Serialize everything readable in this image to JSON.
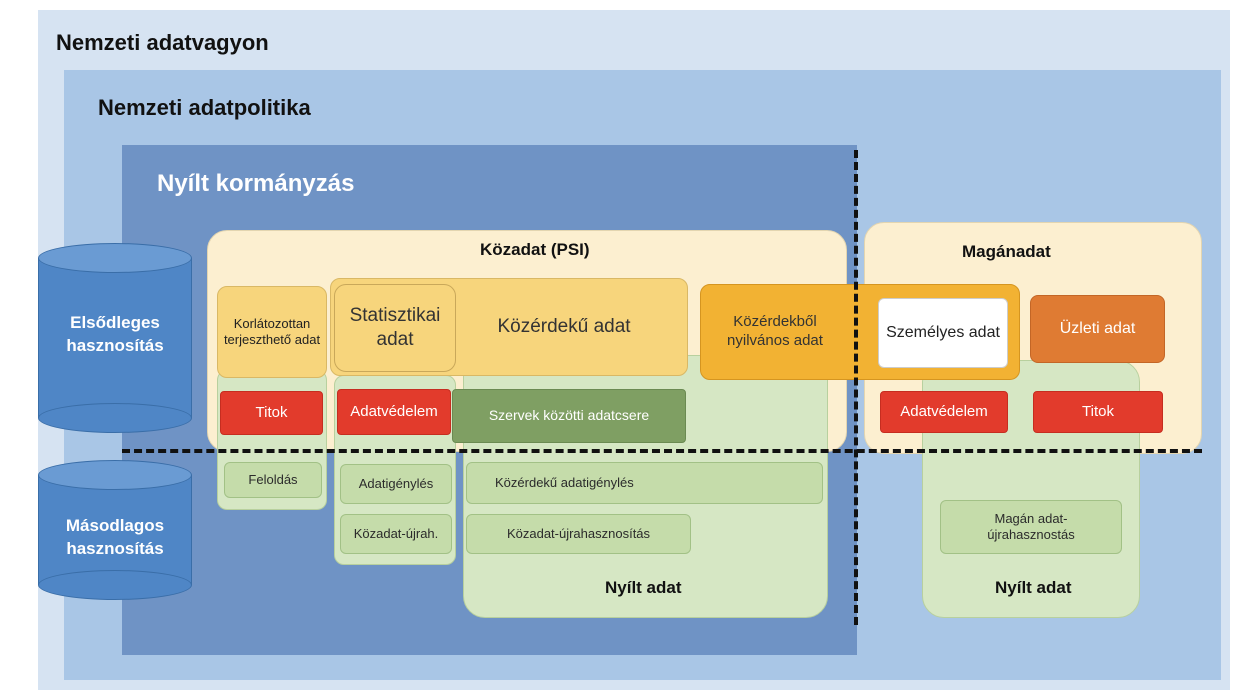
{
  "titles": {
    "national_data_assets": "Nemzeti adatvagyon",
    "national_data_policy": "Nemzeti adatpolitika",
    "open_government": "Nyílt kormányzás"
  },
  "public_data": {
    "title": "Közadat (PSI)",
    "restricted": "Korlátozottan terjeszthető adat",
    "statistical": "Statisztikai adat",
    "public_interest": "Közérdekű adat",
    "public_from_interest": "Közérdekből nyilvános adat",
    "secret": "Titok",
    "data_protection": "Adatvédelem",
    "inter_agency": "Szervek közötti adatcsere",
    "release": "Feloldás",
    "data_request": "Adatigénylés",
    "reuse_short": "Közadat-újrah.",
    "public_interest_request": "Közérdekű adatigénylés",
    "reuse": "Közadat-újrahasznosítás",
    "open_data": "Nyílt adat"
  },
  "private_data": {
    "title": "Magánadat",
    "personal": "Személyes adat",
    "business": "Üzleti adat",
    "data_protection": "Adatvédelem",
    "secret": "Titok",
    "private_reuse": "Magán adat-újrahasznostás",
    "open_data": "Nyílt adat"
  },
  "usage": {
    "primary": "Elsődleges hasznosítás",
    "secondary": "Másodlagos hasznosítás"
  },
  "colors": {
    "outer_bg": "#d6e3f2",
    "policy_bg": "#a9c6e6",
    "open_gov_bg": "#6f93c5",
    "cream": "#fcefd0",
    "yellow": "#f7d57c",
    "orange": "#f2b233",
    "brown_orange": "#df7b33",
    "red": "#e23b2c",
    "green_light": "#d6e7c4",
    "green": "#c5dcaa",
    "green_dark": "#7f9f63",
    "cylinder": "#4f86c6"
  }
}
